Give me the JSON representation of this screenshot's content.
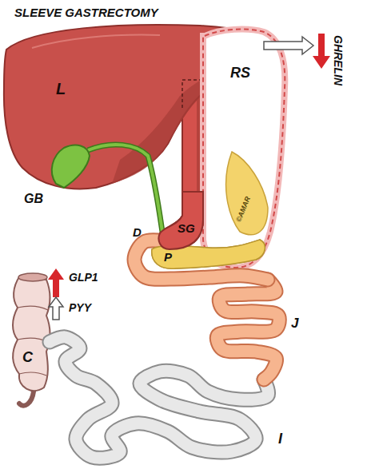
{
  "diagram": {
    "title": "SLEEVE GASTRECTOMY",
    "labels": [
      "L",
      "GB",
      "SG",
      "RS",
      "GHRELIN",
      "D",
      "P",
      "J",
      "GLP1",
      "PYY",
      "C",
      "I",
      "©AMAR"
    ]
  }
}
